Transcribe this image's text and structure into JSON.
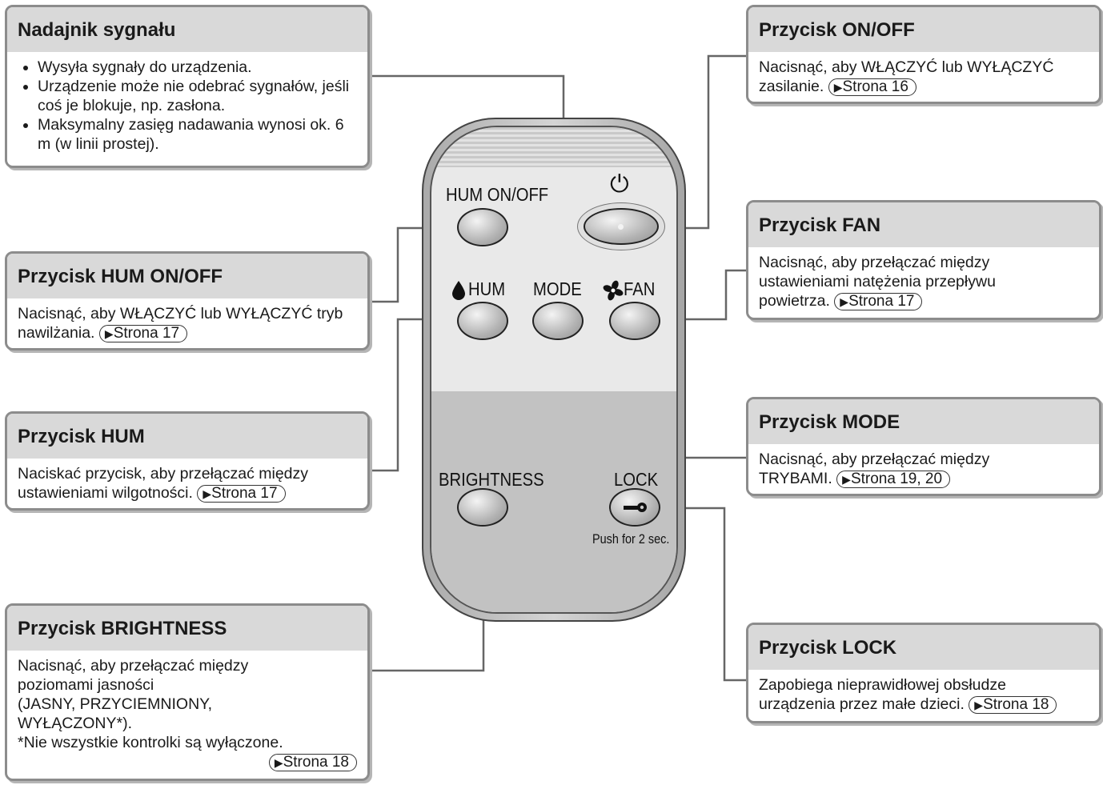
{
  "remote": {
    "hum_onoff_label": "HUM ON/OFF",
    "power_symbol": "⏻",
    "hum_label": "HUM",
    "mode_label": "MODE",
    "fan_label": "FAN",
    "brightness_label": "BRIGHTNESS",
    "lock_label": "LOCK",
    "lock_hint": "Push for 2 sec."
  },
  "callouts": {
    "transmitter": {
      "title": "Nadajnik sygnału",
      "bullets": [
        "Wysyła sygnały do urządzenia.",
        "Urządzenie może nie odebrać sygnałów, jeśli coś je blokuje, np. zasłona.",
        "Maksymalny zasięg nadawania wynosi ok. 6 m (w linii prostej)."
      ]
    },
    "hum_onoff": {
      "title": "Przycisk HUM ON/OFF",
      "text": "Nacisnąć, aby WŁĄCZYĆ lub WYŁĄCZYĆ tryb nawilżania.",
      "ref": "Strona 17"
    },
    "hum": {
      "title": "Przycisk HUM",
      "text": "Naciskać przycisk, aby przełączać między ustawieniami wilgotności.",
      "ref": "Strona 17"
    },
    "brightness": {
      "title": "Przycisk BRIGHTNESS",
      "lines": [
        "Nacisnąć, aby przełączać między",
        "poziomami jasności",
        "(JASNY, PRZYCIEMNIONY,",
        "WYŁĄCZONY*).",
        "*Nie wszystkie kontrolki są wyłączone."
      ],
      "ref": "Strona 18"
    },
    "onoff": {
      "title": "Przycisk ON/OFF",
      "text": "Nacisnąć, aby WŁĄCZYĆ lub WYŁĄCZYĆ zasilanie.",
      "ref": "Strona 16"
    },
    "fan": {
      "title": "Przycisk FAN",
      "text": "Nacisnąć, aby przełączać między ustawieniami natężenia przepływu powietrza.",
      "ref": "Strona 17"
    },
    "mode": {
      "title": "Przycisk MODE",
      "text": "Nacisnąć, aby przełączać między TRYBAMI.",
      "ref": "Strona 19, 20"
    },
    "lock": {
      "title": "Przycisk LOCK",
      "text": "Zapobiega nieprawidłowej obsłudze urządzenia przez małe dzieci.",
      "ref": "Strona 18"
    }
  },
  "colors": {
    "box_border": "#8c8c8c",
    "title_fill": "#d9d9d9",
    "remote_lower": "#c2c2c2"
  },
  "icons": {
    "ref_arrow": "play-triangle-icon",
    "power": "power-icon",
    "hum": "water-drop-icon",
    "fan": "fan-icon",
    "lock": "key-icon"
  }
}
